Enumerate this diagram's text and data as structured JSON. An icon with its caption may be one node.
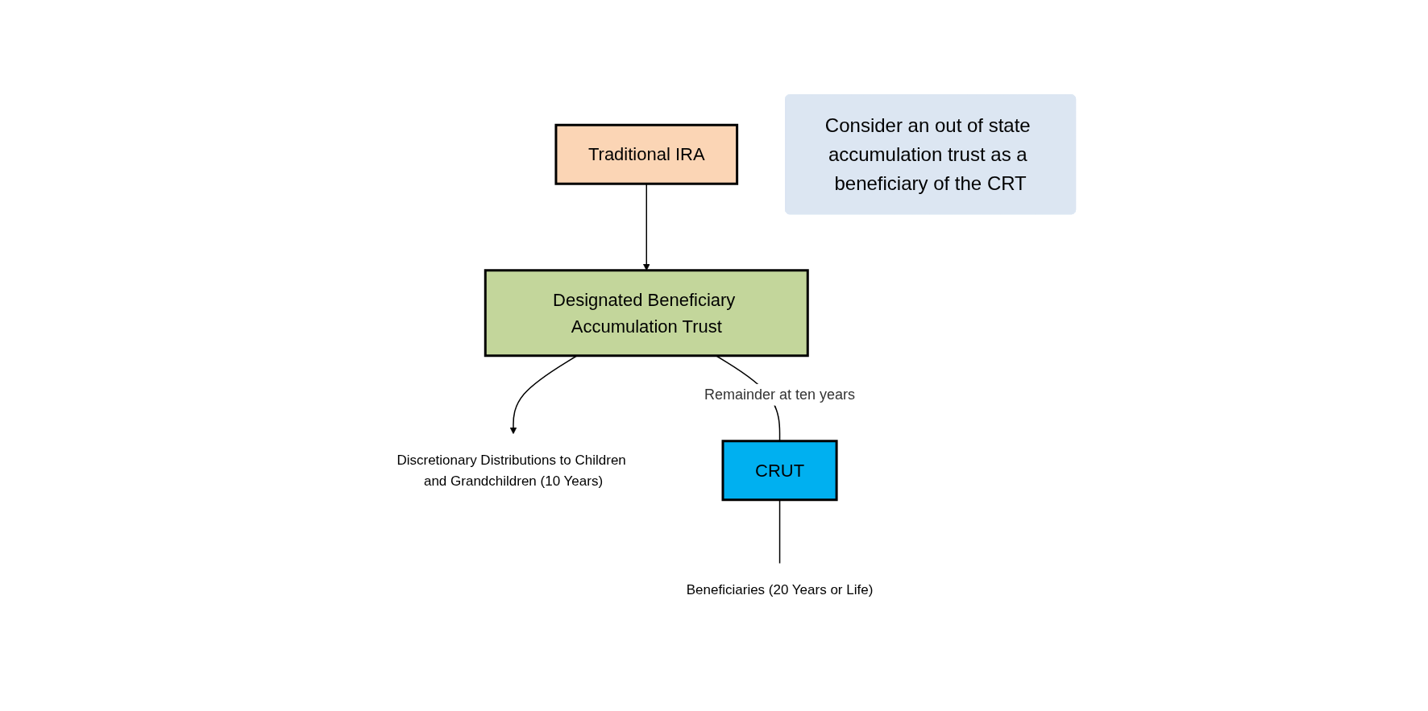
{
  "diagram": {
    "nodes": [
      {
        "text": [
          "Traditional IRA"
        ]
      },
      {
        "text": [
          "Designated Beneficiary Accumulation Trust"
        ]
      },
      {
        "text": [
          "Discretionary Distributions to Children and Grandchildren (10 Years)"
        ]
      },
      {
        "text": [
          "CRUT"
        ]
      },
      {
        "text": [
          "Beneficiaries (20 Years or Life)"
        ]
      },
      {
        "text": [
          "Consider an out of state accumulation trust as a beneficiary of the CRT"
        ]
      }
    ],
    "edges": [
      {
        "from": 0,
        "to": 1,
        "arrow": "to"
      },
      {
        "from": 1,
        "to": 2,
        "arrow": "to"
      },
      {
        "from": 1,
        "to": 3,
        "arrow": "none",
        "label": "Remainder at ten years"
      },
      {
        "from": 3,
        "to": 4,
        "arrow": "none"
      }
    ]
  }
}
